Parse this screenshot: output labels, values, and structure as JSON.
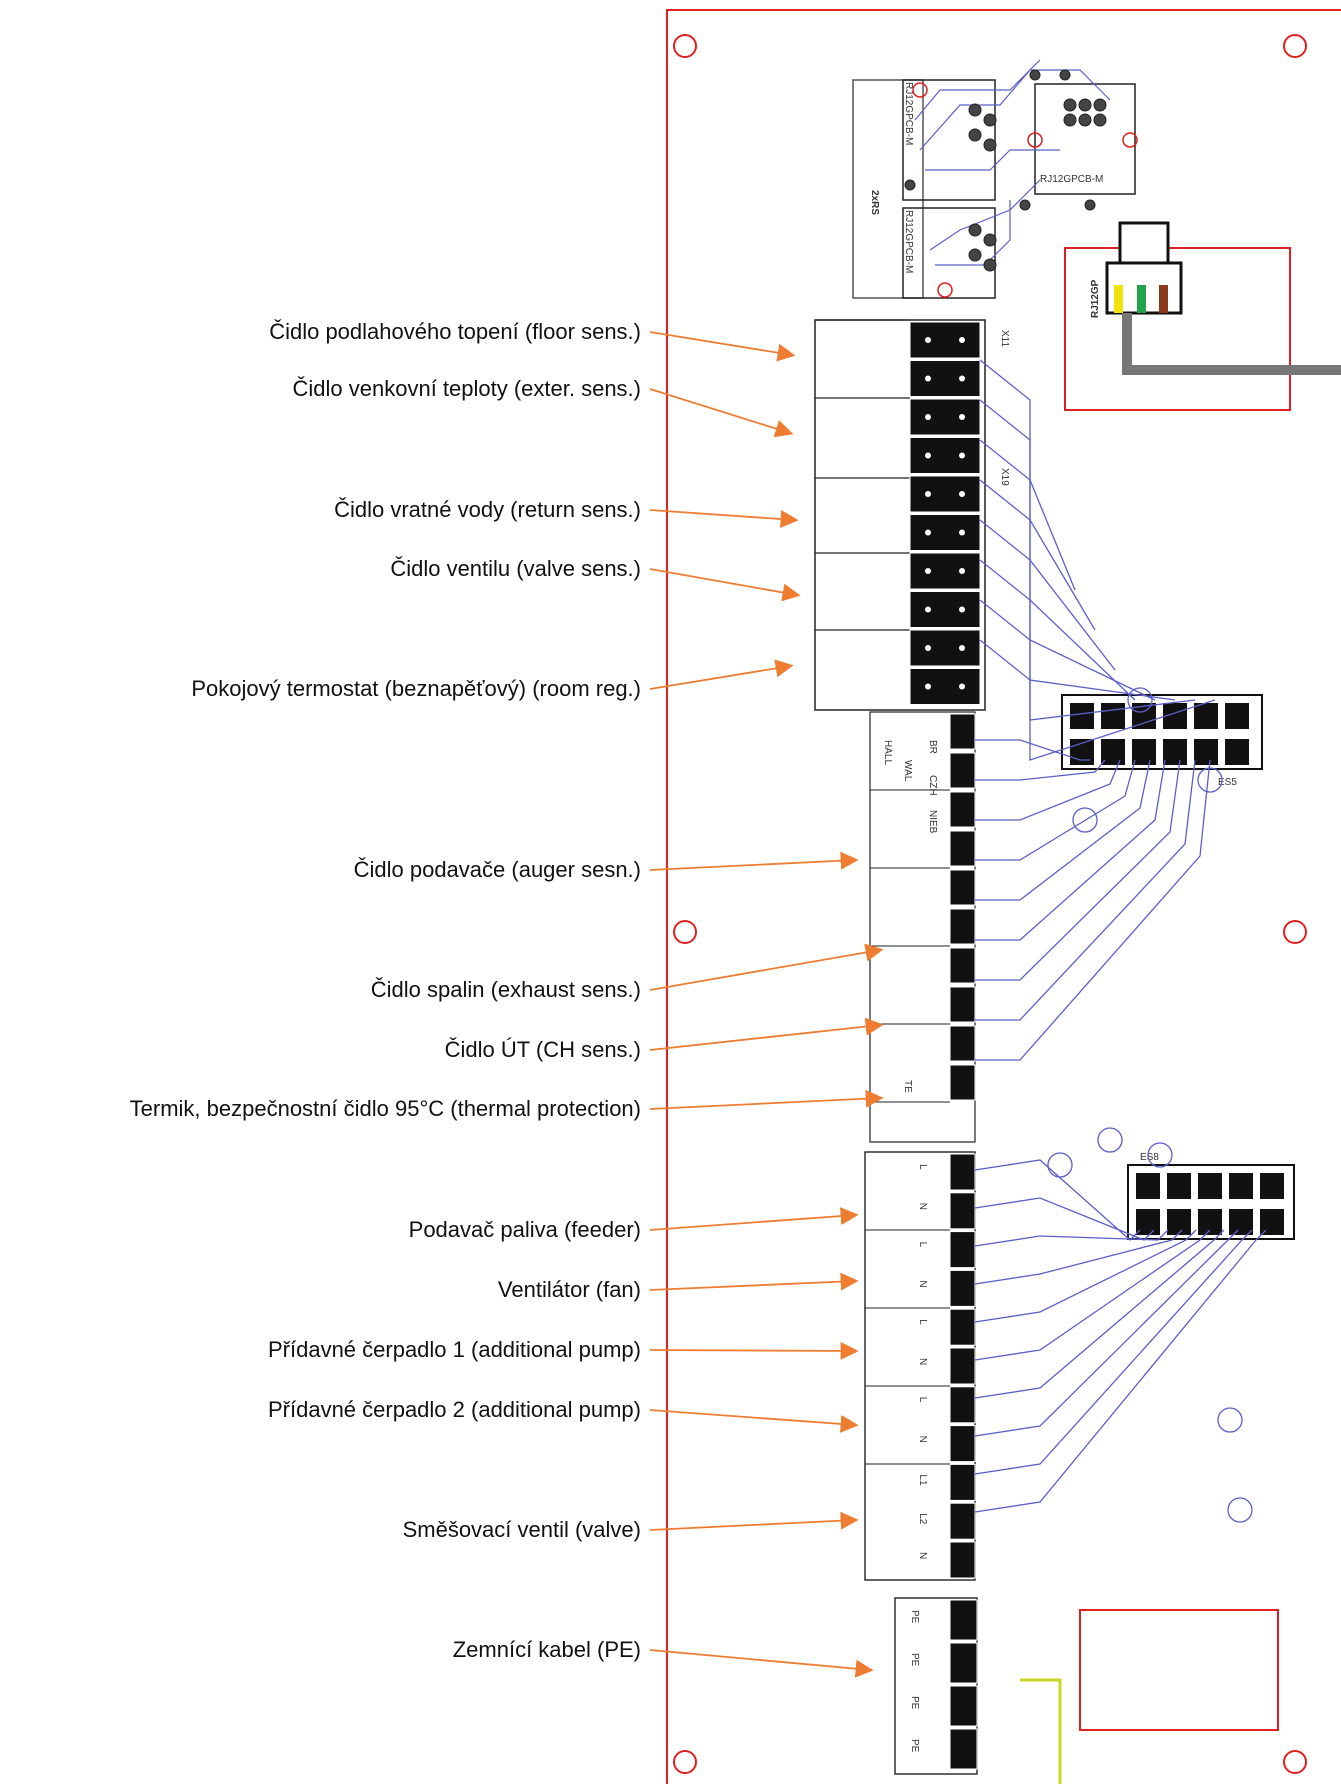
{
  "labels": [
    {
      "id": "floor",
      "text": "Čidlo podlahového topení (floor sens.)"
    },
    {
      "id": "exter",
      "text": "Čidlo venkovní teploty (exter. sens.)"
    },
    {
      "id": "return",
      "text": "Čidlo vratné vody (return sens.)"
    },
    {
      "id": "valve",
      "text": "Čidlo ventilu (valve sens.)"
    },
    {
      "id": "room",
      "text": "Pokojový termostat (beznapěťový) (room reg.)"
    },
    {
      "id": "auger",
      "text": "Čidlo podavače (auger sesn.)"
    },
    {
      "id": "exhaust",
      "text": "Čidlo spalin (exhaust sens.)"
    },
    {
      "id": "ch",
      "text": "Čidlo ÚT (CH sens.)"
    },
    {
      "id": "thermal",
      "text": "Termik, bezpečnostní čidlo 95°C (thermal protection)"
    },
    {
      "id": "feeder",
      "text": "Podavač paliva (feeder)"
    },
    {
      "id": "fan",
      "text": "Ventilátor (fan)"
    },
    {
      "id": "pump1",
      "text": "Přídavné čerpadlo 1 (additional pump)"
    },
    {
      "id": "pump2",
      "text": "Přídavné čerpadlo 2 (additional pump)"
    },
    {
      "id": "mixvalve",
      "text": "Směšovací ventil (valve)"
    },
    {
      "id": "pe",
      "text": "Zemnící kabel (PE)"
    }
  ],
  "board": {
    "rj_top_label": "2xRS",
    "rj_a": "RJ12GPCB-M",
    "rj_b": "RJ12GPCB-M",
    "rj_c": "RJ12GPCB-M",
    "rj12gp": "RJ12GP",
    "x11": "X11",
    "x19": "X19",
    "hall": "HALL",
    "hall2": "WAL",
    "br": "BR",
    "czh": "CZH",
    "nieb": "NIEB",
    "te": "TE",
    "es5": "ES5",
    "es8": "ES8",
    "pe_label": "PE",
    "power_pins": [
      "L",
      "N",
      "L",
      "N",
      "L",
      "N",
      "L",
      "N",
      "L1",
      "L2",
      "N"
    ]
  },
  "colors": {
    "arrow": "#ee7d31",
    "outline": "#e02020",
    "trace": "#5b5fc7",
    "pad": "#111111"
  }
}
